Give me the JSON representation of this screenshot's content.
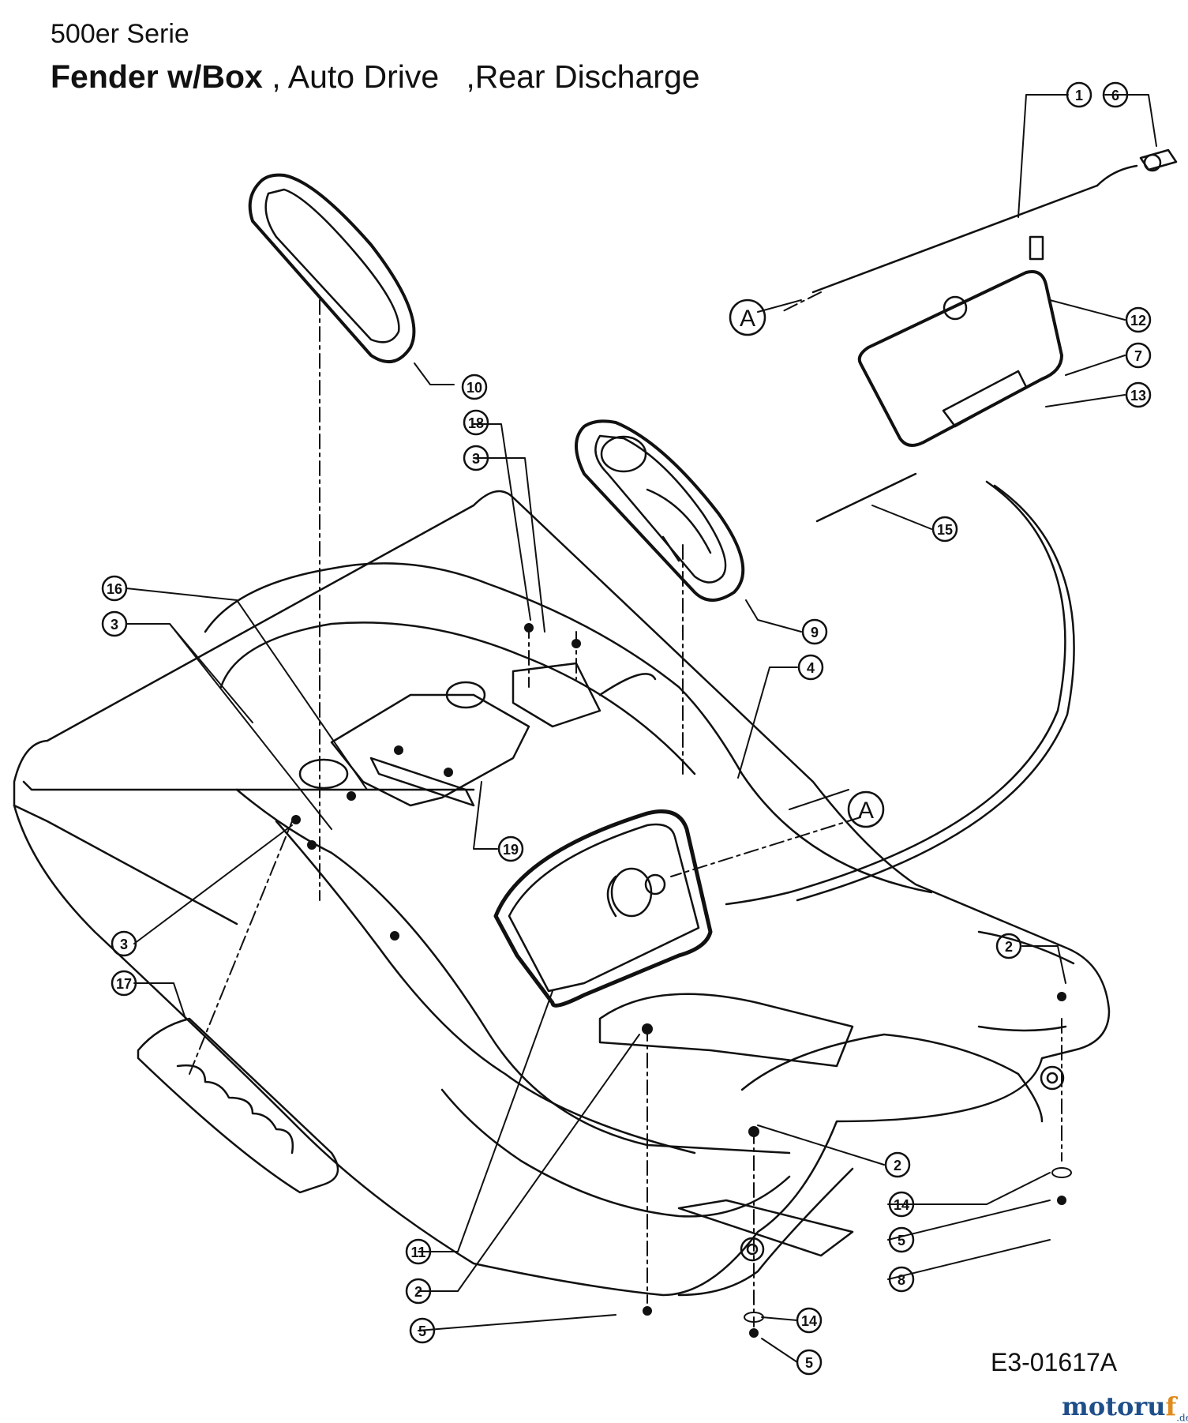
{
  "header": {
    "series": "500er Serie",
    "title_bold": "Fender w/Box",
    "title_rest": " , Auto Drive   ,Rear Discharge"
  },
  "diagram_code": "E3-01617A",
  "watermark": {
    "brand_main": "motoru",
    "brand_accent": "f",
    "brand_suffix": ".de"
  },
  "callouts": [
    "1",
    "6",
    "12",
    "7",
    "13",
    "15",
    "A",
    "A",
    "10",
    "18",
    "3",
    "16",
    "3",
    "9",
    "4",
    "19",
    "3",
    "17",
    "2",
    "2",
    "14",
    "5",
    "8",
    "11",
    "2",
    "5",
    "14",
    "5"
  ]
}
